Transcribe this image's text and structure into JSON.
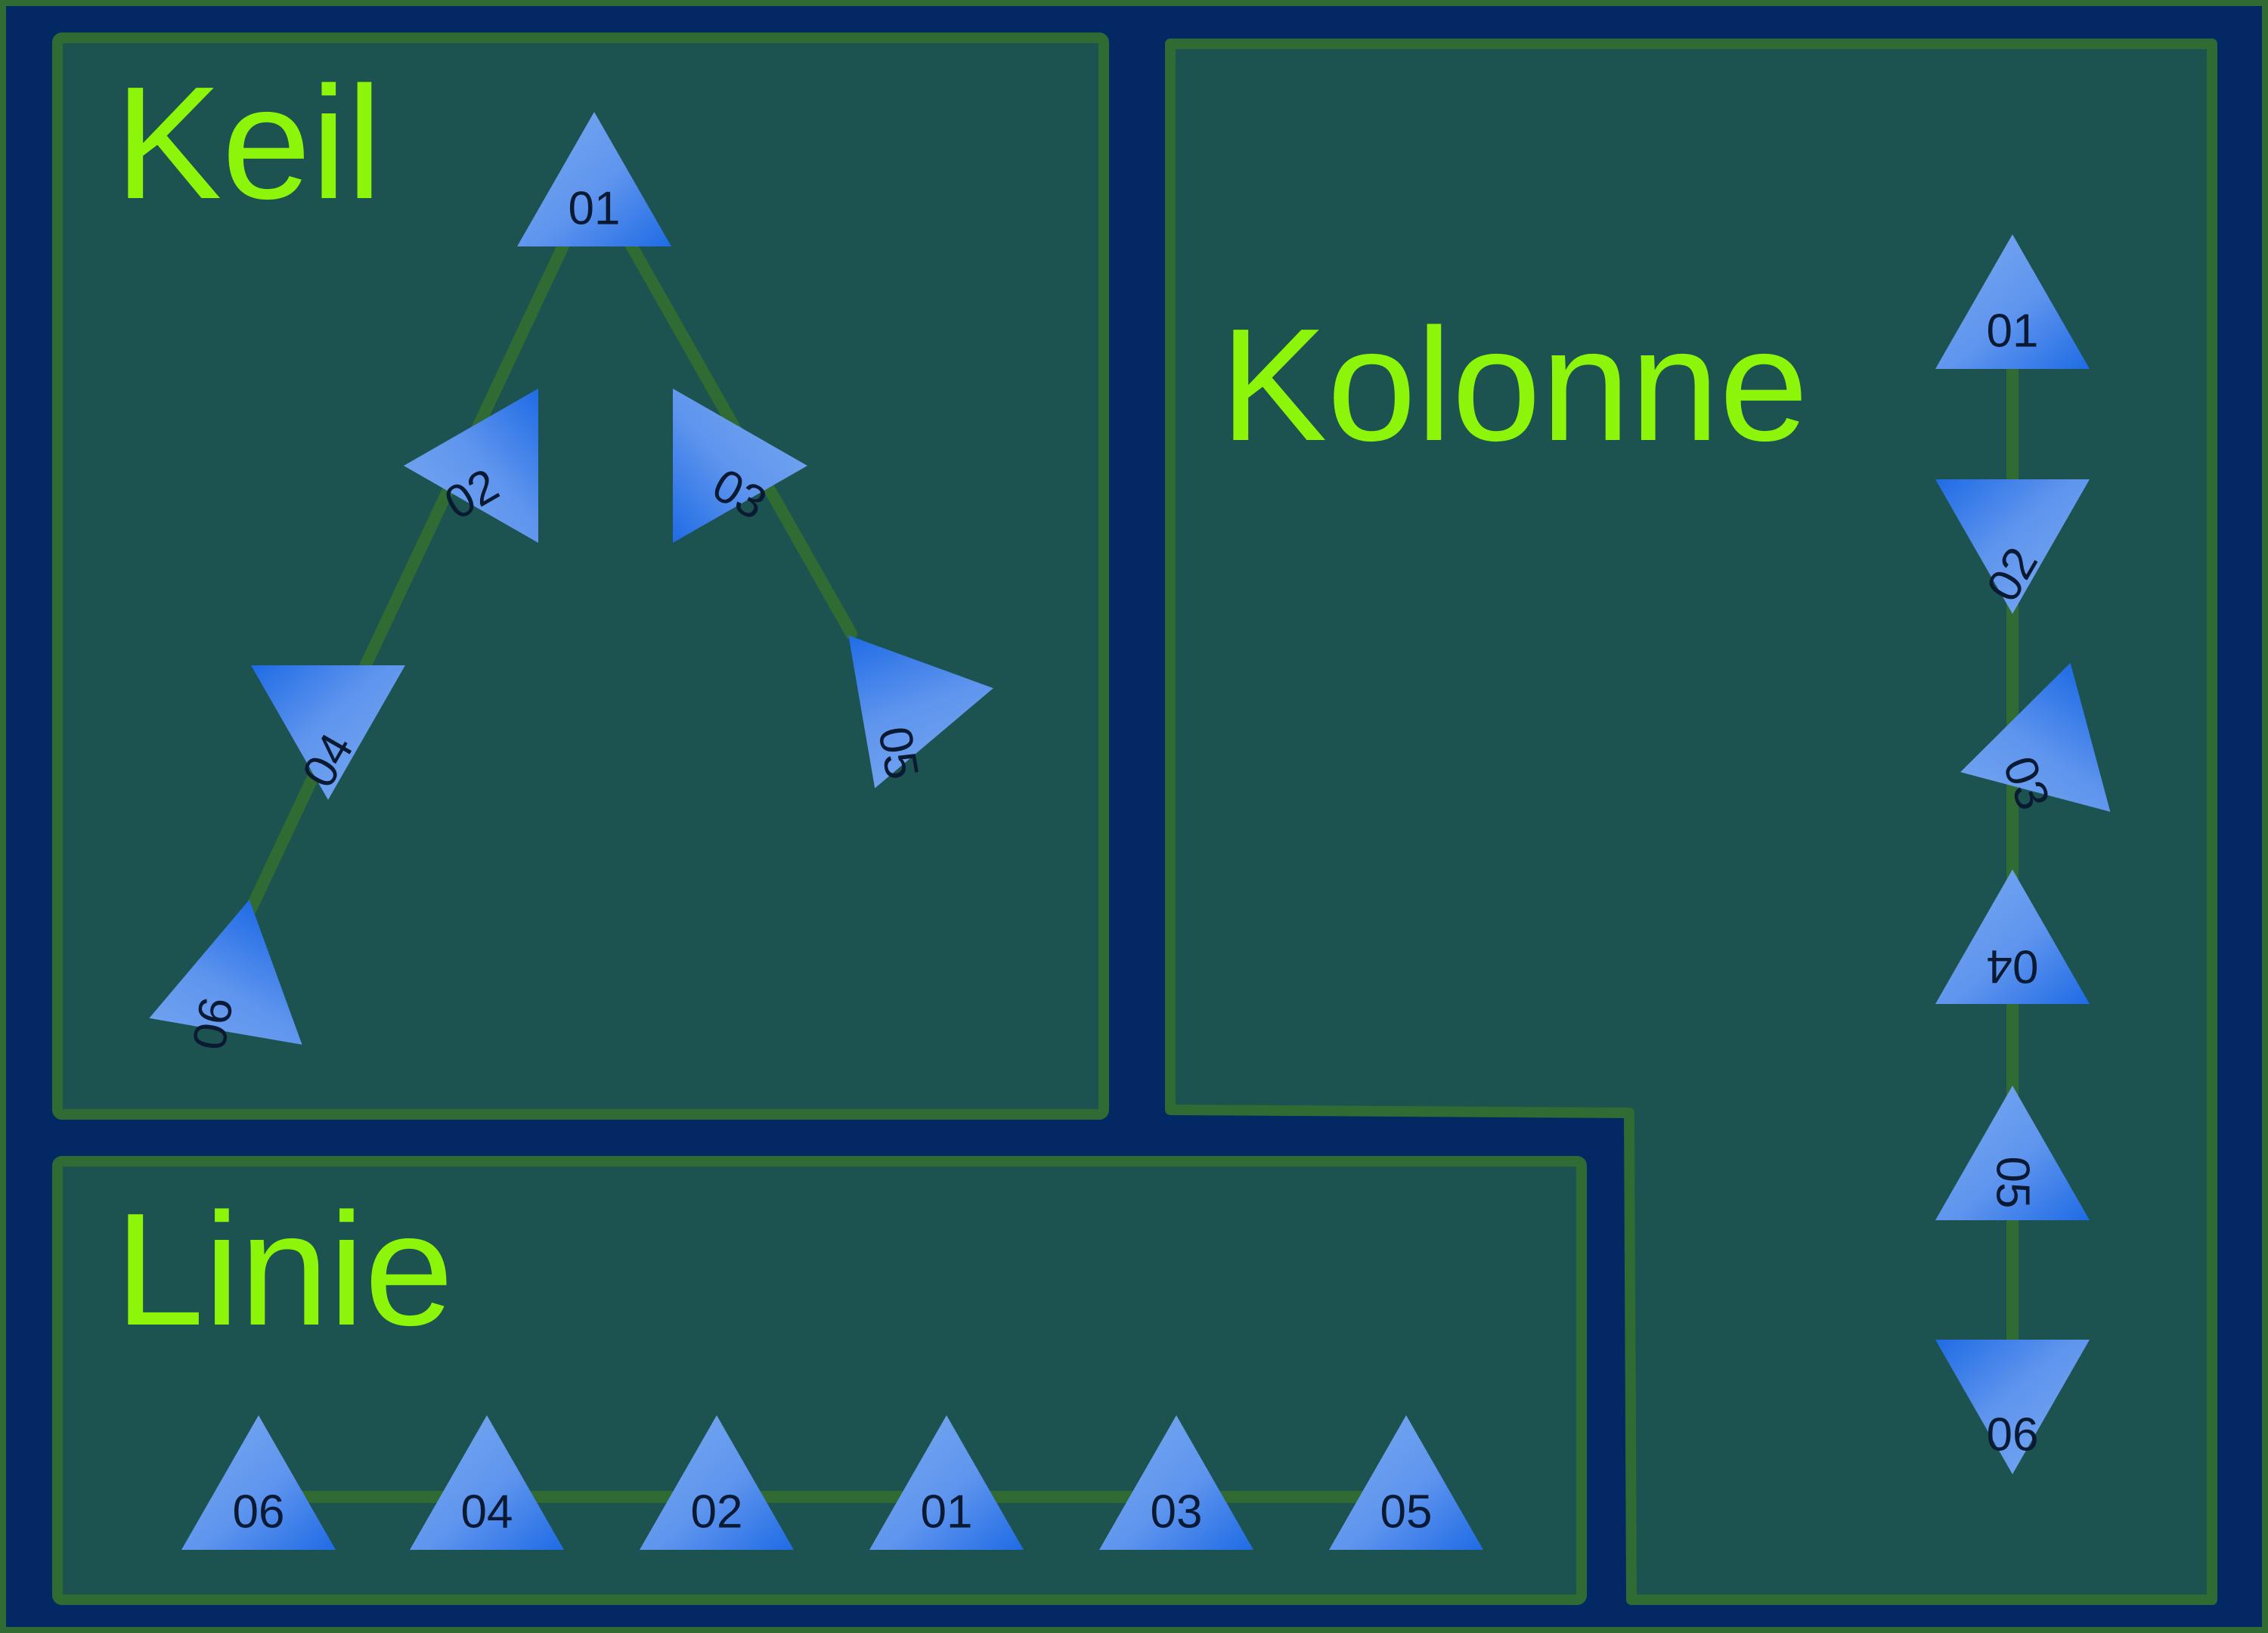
{
  "colors": {
    "background": "#032864",
    "panel_fill": "#1c524f",
    "panel_border": "#2f6b33",
    "title": "#8cf50a",
    "connector": "#2f6b33",
    "triangle_light": "#78a9f0",
    "triangle_dark": "#1f6be5",
    "number": "#0a1a33"
  },
  "panels": {
    "keil": {
      "title": "Keil",
      "markers": [
        {
          "id": "keil-marker-01",
          "label": "01"
        },
        {
          "id": "keil-marker-02",
          "label": "02"
        },
        {
          "id": "keil-marker-03",
          "label": "03"
        },
        {
          "id": "keil-marker-04",
          "label": "04"
        },
        {
          "id": "keil-marker-05",
          "label": "05"
        },
        {
          "id": "keil-marker-06",
          "label": "06"
        }
      ]
    },
    "kolonne": {
      "title": "Kolonne",
      "markers": [
        {
          "id": "kolonne-marker-01",
          "label": "01"
        },
        {
          "id": "kolonne-marker-02",
          "label": "02"
        },
        {
          "id": "kolonne-marker-03",
          "label": "03"
        },
        {
          "id": "kolonne-marker-04",
          "label": "04"
        },
        {
          "id": "kolonne-marker-05",
          "label": "05"
        },
        {
          "id": "kolonne-marker-06",
          "label": "06"
        }
      ]
    },
    "linie": {
      "title": "Linie",
      "markers": [
        {
          "id": "linie-marker-06",
          "label": "06"
        },
        {
          "id": "linie-marker-04",
          "label": "04"
        },
        {
          "id": "linie-marker-02",
          "label": "02"
        },
        {
          "id": "linie-marker-01",
          "label": "01"
        },
        {
          "id": "linie-marker-03",
          "label": "03"
        },
        {
          "id": "linie-marker-05",
          "label": "05"
        }
      ]
    }
  }
}
